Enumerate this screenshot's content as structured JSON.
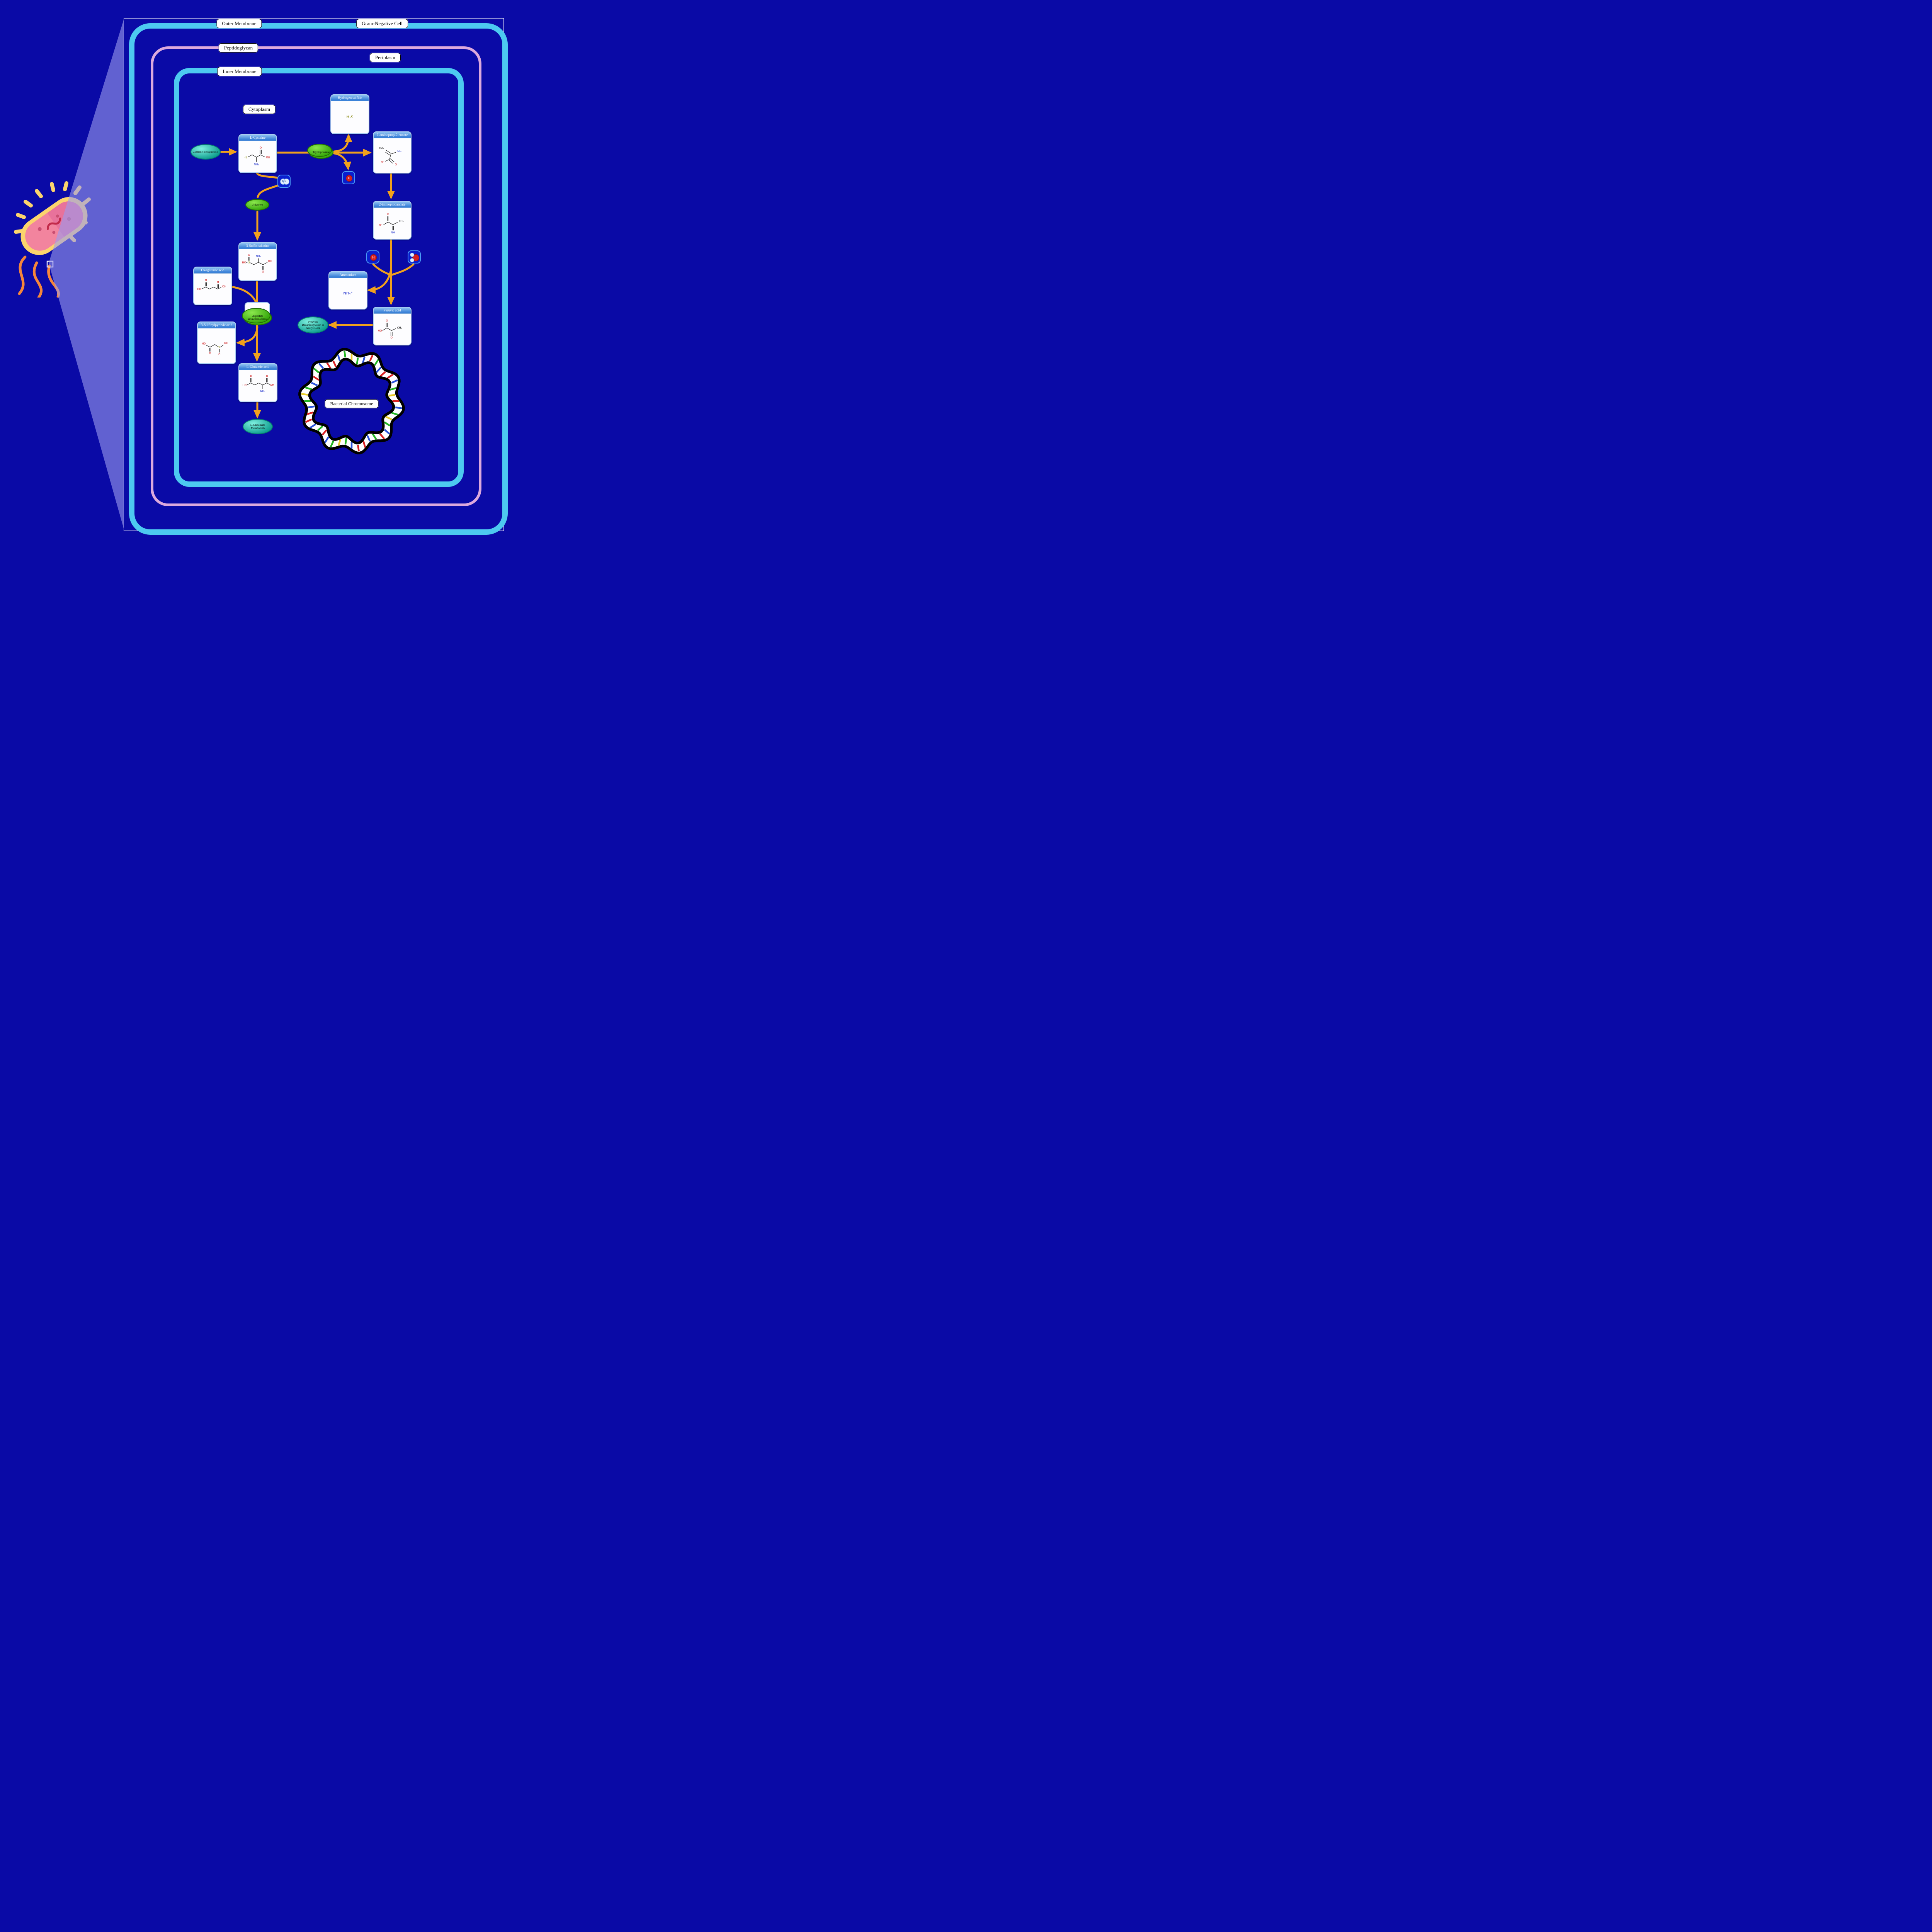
{
  "compartments": {
    "outer_membrane": "Outer Membrane",
    "gram_negative_cell": "Gram-Negative Cell",
    "peptidoglycan": "Peptidoglycan",
    "periplasm": "Periplasm",
    "inner_membrane": "Inner Membrane",
    "cytoplasm": "Cytoplasm",
    "bacterial_chromosome": "Bacterial Chromosome"
  },
  "metabolites": {
    "hydrogen_sulfide": {
      "name": "Hydrogen sulfide",
      "formula": "H₂S"
    },
    "l_cysteine": {
      "name": "L-Cysteine"
    },
    "aminoprop_enoate": {
      "name": "2-aminoprop-2-enoate"
    },
    "iminopropanoate": {
      "name": "2-iminopropanoate"
    },
    "sulfinoalanine": {
      "name": "3-Sulfinoalanine"
    },
    "oxoglutaric_acid": {
      "name": "Oxoglutaric acid"
    },
    "ammonium": {
      "name": "Ammonium",
      "formula": "NH₄⁺"
    },
    "pyruvic_acid": {
      "name": "Pyruvic acid"
    },
    "sulfinylpyruvic_acid": {
      "name": "3-Sulfinylpyruvic acid"
    },
    "l_glutamic_acid": {
      "name": "L-Glutamic acid"
    },
    "pyridoxal_phosphate": {
      "name": "Pyridoxal 5'-phosphate"
    }
  },
  "enzymes": {
    "tryptophanase": "Tryptophanase",
    "unknown": "Unknown",
    "aspartate_aminotransferase": "Aspartate aminotransferase"
  },
  "pathway_links": {
    "cysteine_biosynthesis": "Cysteine Biosynthesis",
    "pyruvate_decarboxylation": "Pyruvate Decarboxylation to Acetyl-CoA",
    "l_glutamate_metabolism": "L-Glutamate Metabolism"
  },
  "small_molecules": {
    "o2": "O₂",
    "h_a": "H",
    "h_b": "H",
    "h2o": "H₂O"
  },
  "structure_colors": {
    "o": "#CC1111",
    "n": "#2233CC",
    "s": "#8A8A00",
    "k": "#111111"
  },
  "structures": {
    "l_cysteine": {
      "lines": [
        [
          20,
          38,
          33,
          31
        ],
        [
          33,
          31,
          46,
          38
        ],
        [
          46,
          38,
          46,
          52
        ],
        [
          46,
          38,
          59,
          31
        ],
        [
          57,
          29,
          57,
          16
        ],
        [
          61,
          29,
          61,
          16
        ],
        [
          59,
          31,
          72,
          38
        ]
      ],
      "labels": [
        [
          "HS",
          13,
          41,
          "s"
        ],
        [
          "NH₂",
          46,
          62,
          "n"
        ],
        [
          "O",
          59,
          12,
          "o"
        ],
        [
          "OH",
          81,
          41,
          "o"
        ]
      ]
    },
    "aminoprop_enoate": {
      "lines": [
        [
          31,
          20,
          46,
          30
        ],
        [
          29,
          26,
          44,
          36
        ],
        [
          46,
          32,
          61,
          27
        ],
        [
          46,
          33,
          42,
          48
        ],
        [
          42,
          48,
          29,
          54
        ],
        [
          44,
          46,
          56,
          56
        ],
        [
          40,
          50,
          52,
          60
        ]
      ],
      "labels": [
        [
          "H₂C",
          18,
          16,
          "k"
        ],
        [
          "NH₂",
          73,
          27,
          "n"
        ],
        [
          "O⁻",
          21,
          59,
          "o"
        ],
        [
          "O",
          61,
          66,
          "o"
        ]
      ]
    },
    "iminopropanoate": {
      "lines": [
        [
          24,
          40,
          38,
          32
        ],
        [
          36,
          28,
          36,
          15
        ],
        [
          40,
          28,
          40,
          15
        ],
        [
          38,
          32,
          52,
          40
        ],
        [
          52,
          40,
          66,
          33
        ],
        [
          50,
          44,
          50,
          57
        ],
        [
          54,
          44,
          54,
          57
        ]
      ],
      "labels": [
        [
          "O⁻",
          15,
          44,
          "o"
        ],
        [
          "O",
          38,
          11,
          "o"
        ],
        [
          "CH₃",
          77,
          32,
          "k"
        ],
        [
          "NH",
          52,
          66,
          "n"
        ]
      ]
    },
    "sulfinoalanine": {
      "lines": [
        [
          14,
          29,
          19,
          29
        ],
        [
          22,
          24,
          22,
          13
        ],
        [
          26,
          24,
          26,
          13
        ],
        [
          27,
          30,
          38,
          36
        ],
        [
          38,
          36,
          52,
          29
        ],
        [
          52,
          29,
          52,
          17
        ],
        [
          52,
          29,
          66,
          36
        ],
        [
          64,
          40,
          64,
          51
        ],
        [
          68,
          40,
          68,
          51
        ],
        [
          66,
          36,
          79,
          29
        ]
      ],
      "labels": [
        [
          "HO",
          9,
          32,
          "o"
        ],
        [
          "S",
          24,
          32,
          "s"
        ],
        [
          "O",
          24,
          9,
          "o"
        ],
        [
          "NH₂",
          52,
          13,
          "n"
        ],
        [
          "OH",
          87,
          28,
          "o"
        ],
        [
          "O",
          66,
          60,
          "o"
        ]
      ]
    },
    "oxoglutaric_acid": {
      "lines": [
        [
          16,
          36,
          28,
          30
        ],
        [
          28,
          30,
          40,
          36
        ],
        [
          40,
          36,
          52,
          30
        ],
        [
          52,
          30,
          64,
          36
        ],
        [
          64,
          36,
          75,
          31
        ],
        [
          27,
          28,
          27,
          16
        ],
        [
          31,
          28,
          31,
          16
        ],
        [
          63,
          34,
          63,
          22
        ],
        [
          67,
          34,
          67,
          22
        ]
      ],
      "labels": [
        [
          "HO",
          9,
          39,
          "o"
        ],
        [
          "O",
          29,
          12,
          "o"
        ],
        [
          "O",
          65,
          18,
          "o"
        ],
        [
          "OH",
          84,
          31,
          "o"
        ]
      ]
    },
    "ammonium": {
      "lines": [],
      "labels": []
    },
    "pyruvic_acid": {
      "lines": [
        [
          21,
          40,
          34,
          32
        ],
        [
          32,
          30,
          32,
          17
        ],
        [
          36,
          30,
          36,
          17
        ],
        [
          34,
          32,
          48,
          40
        ],
        [
          46,
          44,
          46,
          56
        ],
        [
          50,
          44,
          50,
          56
        ],
        [
          48,
          40,
          61,
          34
        ]
      ],
      "labels": [
        [
          "HO",
          13,
          43,
          "o"
        ],
        [
          "O",
          34,
          13,
          "o"
        ],
        [
          "O",
          48,
          64,
          "o"
        ],
        [
          "CH₃",
          72,
          34,
          "k"
        ]
      ]
    },
    "sulfinylpyruvic_acid": {
      "lines": [
        [
          18,
          34,
          30,
          40
        ],
        [
          28,
          42,
          28,
          53
        ],
        [
          32,
          42,
          32,
          53
        ],
        [
          30,
          40,
          44,
          32
        ],
        [
          44,
          32,
          53,
          38
        ],
        [
          58,
          46,
          58,
          56
        ],
        [
          61,
          40,
          70,
          33
        ]
      ],
      "labels": [
        [
          "HO",
          11,
          32,
          "o"
        ],
        [
          "O",
          30,
          61,
          "o"
        ],
        [
          "S",
          57,
          43,
          "s"
        ],
        [
          "OH",
          78,
          30,
          "o"
        ],
        [
          "O",
          58,
          64,
          "o"
        ]
      ]
    },
    "l_glutamic_acid": {
      "lines": [
        [
          16,
          34,
          28,
          28
        ],
        [
          27,
          26,
          27,
          14
        ],
        [
          31,
          26,
          31,
          14
        ],
        [
          28,
          28,
          40,
          34
        ],
        [
          40,
          34,
          52,
          28
        ],
        [
          52,
          28,
          64,
          34
        ],
        [
          64,
          34,
          64,
          46
        ],
        [
          64,
          34,
          76,
          28
        ],
        [
          75,
          26,
          75,
          14
        ],
        [
          79,
          26,
          79,
          14
        ],
        [
          76,
          28,
          86,
          33
        ]
      ],
      "labels": [
        [
          "HO",
          9,
          37,
          "o"
        ],
        [
          "O",
          29,
          10,
          "o"
        ],
        [
          "O",
          77,
          10,
          "o"
        ],
        [
          "OH",
          92,
          36,
          "o"
        ],
        [
          "NH₂",
          64,
          55,
          "n"
        ]
      ]
    }
  },
  "chromosome": {
    "rung_colors": [
      "#D92323",
      "#2A52D9",
      "#23B523",
      "#E8CC2A",
      "#23B523",
      "#2A52D9",
      "#D92323",
      "#23B523",
      "#2A52D9",
      "#D92323"
    ]
  },
  "colors": {
    "background": "#0A0AA6",
    "membrane": "#4DC9F0",
    "peptidoglycan": "#DCA9DD",
    "arrow": "#F1A11C"
  }
}
